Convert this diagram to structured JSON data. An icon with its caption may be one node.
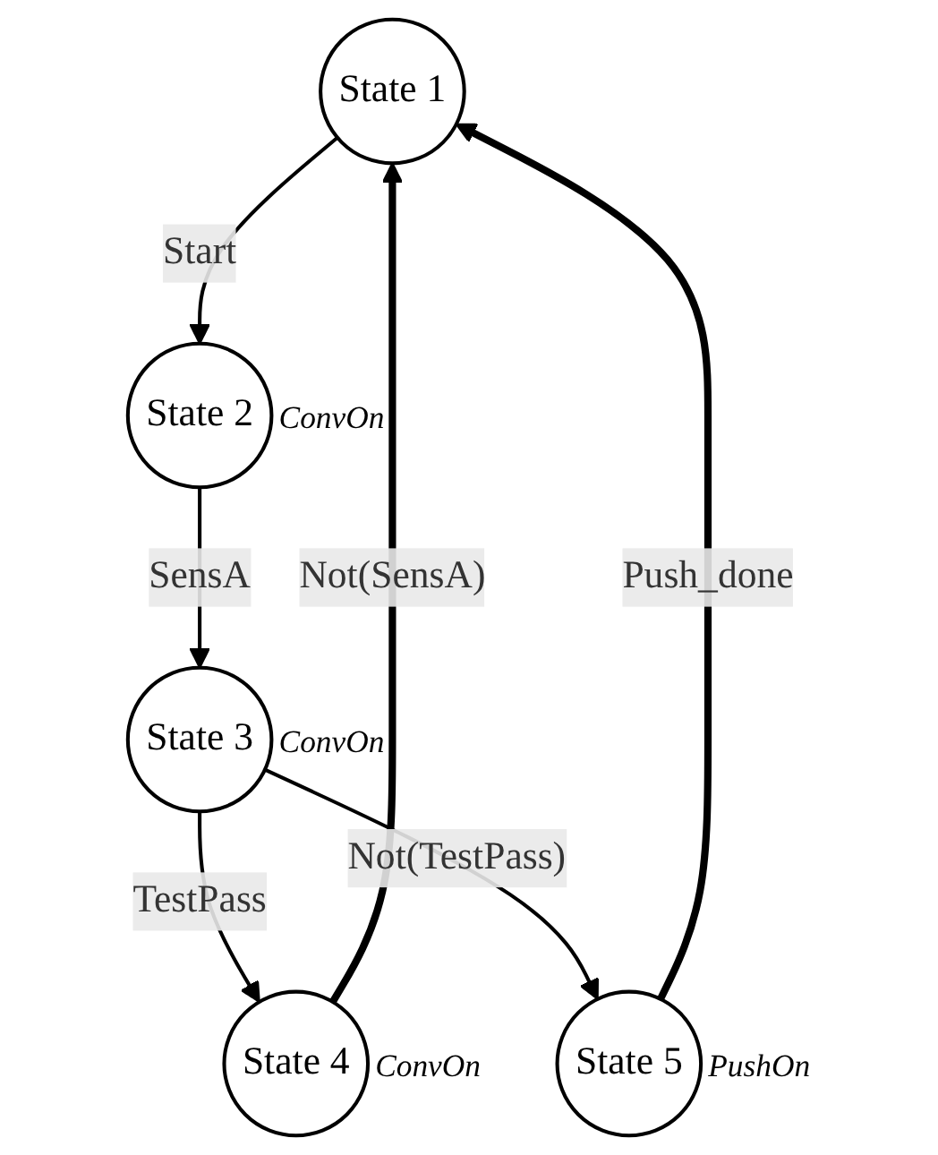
{
  "diagram": {
    "nodes": [
      {
        "text": [
          "State 1"
        ]
      },
      {
        "text": [
          "State 2"
        ],
        "beside": [
          "ConvOn"
        ]
      },
      {
        "text": [
          "State 3"
        ],
        "beside": [
          "ConvOn"
        ]
      },
      {
        "text": [
          "State 4"
        ],
        "beside": [
          "ConvOn"
        ]
      },
      {
        "text": [
          "State 5"
        ],
        "beside": [
          "PushOn"
        ]
      }
    ],
    "edges": [
      {
        "from": 0,
        "to": 1,
        "arrow": "to",
        "label": "Start"
      },
      {
        "from": 1,
        "to": 2,
        "arrow": "to",
        "label": "SensA"
      },
      {
        "from": 2,
        "to": 3,
        "arrow": "to",
        "label": "TestPass"
      },
      {
        "from": 2,
        "to": 4,
        "arrow": "to",
        "label": "Not(TestPass)"
      },
      {
        "from": 3,
        "to": 0,
        "arrow": "to",
        "label": "Not(SensA)",
        "style": "thick"
      },
      {
        "from": 4,
        "to": 0,
        "arrow": "to",
        "label": "Push_done",
        "style": "thick"
      }
    ]
  }
}
